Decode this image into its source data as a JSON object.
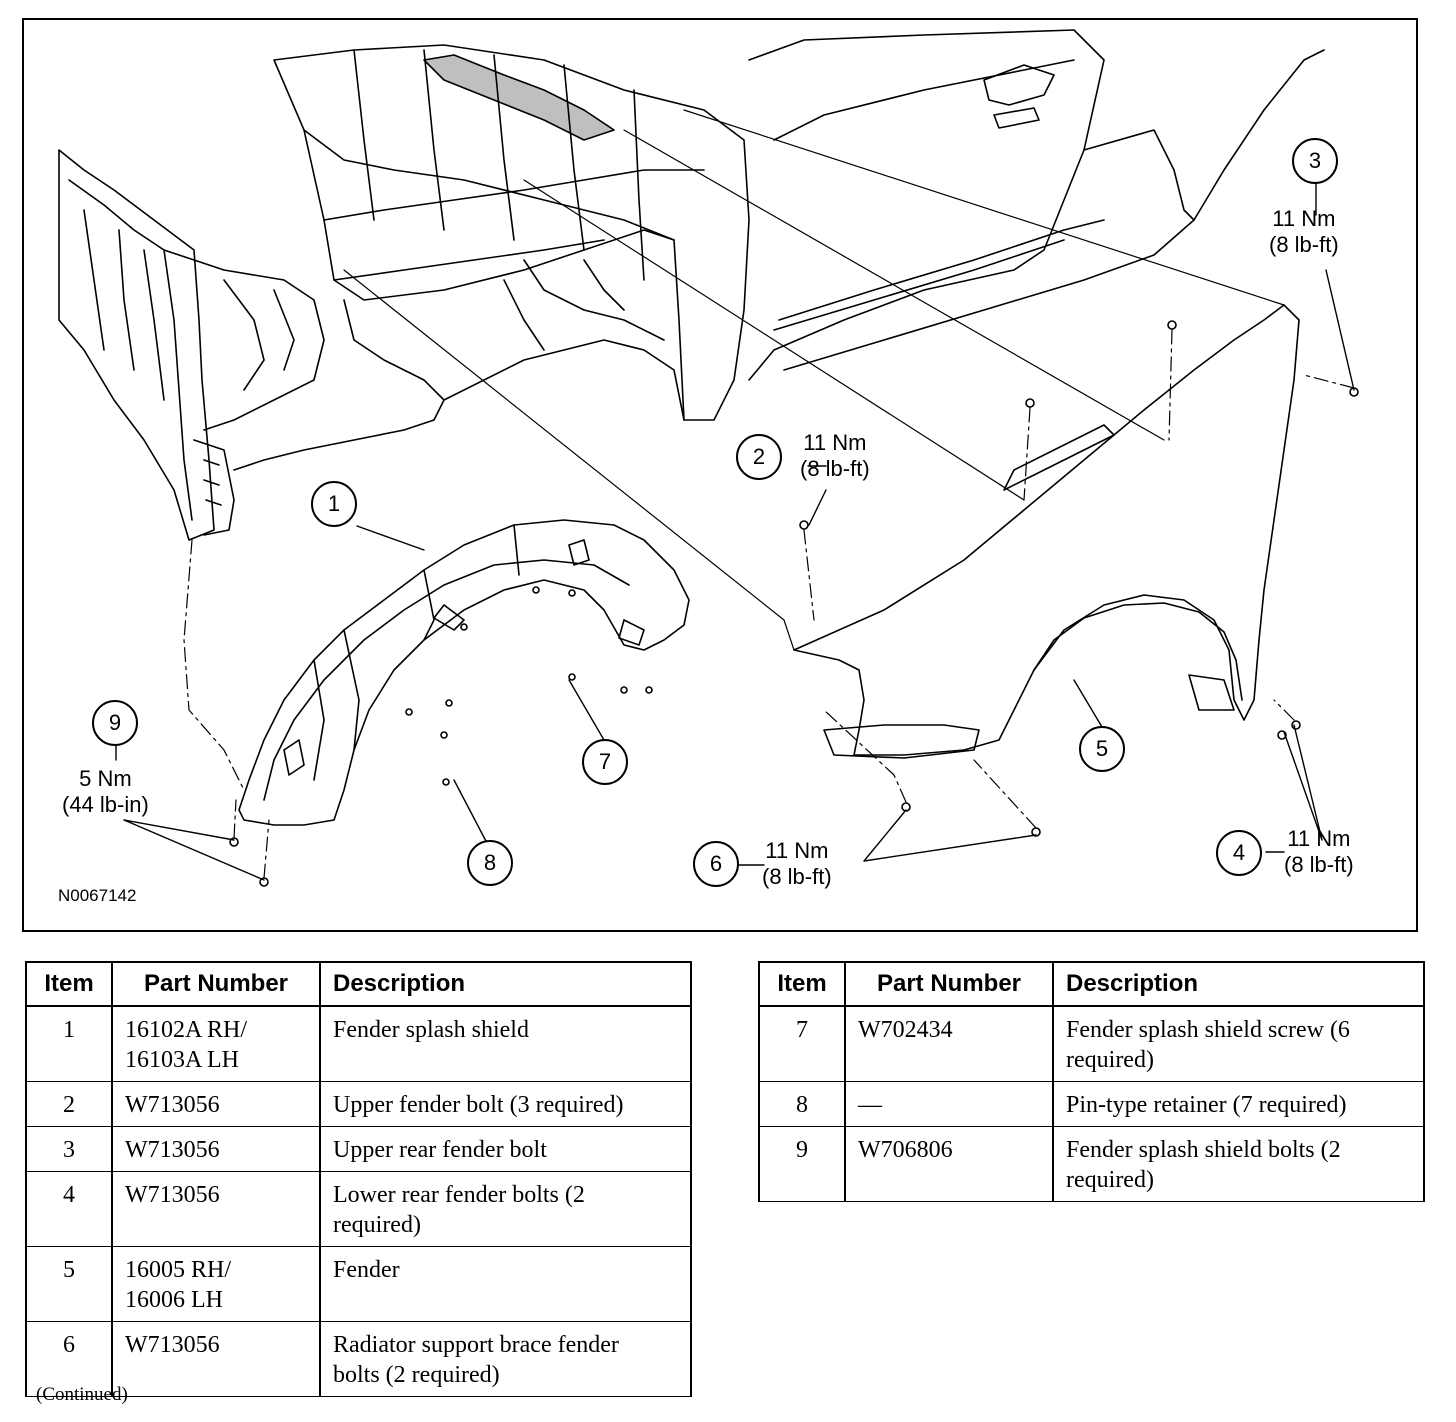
{
  "figure": {
    "id_label": "N0067142",
    "callouts": [
      {
        "item": "1"
      },
      {
        "item": "2",
        "torque_nm": "11 Nm",
        "torque_imp": "(8 lb-ft)"
      },
      {
        "item": "3",
        "torque_nm": "11 Nm",
        "torque_imp": "(8 lb-ft)"
      },
      {
        "item": "4",
        "torque_nm": "11 Nm",
        "torque_imp": "(8 lb-ft)"
      },
      {
        "item": "5"
      },
      {
        "item": "6",
        "torque_nm": "11 Nm",
        "torque_imp": "(8 lb-ft)"
      },
      {
        "item": "7"
      },
      {
        "item": "8"
      },
      {
        "item": "9",
        "torque_nm": "5 Nm",
        "torque_imp": "(44 lb-in)"
      }
    ]
  },
  "table_left": {
    "headers": {
      "item": "Item",
      "part_number": "Part Number",
      "description": "Description"
    },
    "rows": [
      {
        "item": "1",
        "part_number": "16102A RH/\n16103A LH",
        "description": "Fender splash shield"
      },
      {
        "item": "2",
        "part_number": "W713056",
        "description": "Upper fender bolt (3 required)"
      },
      {
        "item": "3",
        "part_number": "W713056",
        "description": "Upper rear fender bolt"
      },
      {
        "item": "4",
        "part_number": "W713056",
        "description": "Lower rear fender bolts (2\nrequired)"
      },
      {
        "item": "5",
        "part_number": "16005 RH/\n16006 LH",
        "description": "Fender"
      },
      {
        "item": "6",
        "part_number": "W713056",
        "description": "Radiator support brace fender\nbolts (2 required)"
      }
    ]
  },
  "table_right": {
    "headers": {
      "item": "Item",
      "part_number": "Part Number",
      "description": "Description"
    },
    "rows": [
      {
        "item": "7",
        "part_number": "W702434",
        "description": "Fender splash shield screw (6\nrequired)"
      },
      {
        "item": "8",
        "part_number": "—",
        "description": "Pin-type retainer (7 required)"
      },
      {
        "item": "9",
        "part_number": "W706806",
        "description": "Fender splash shield bolts (2\nrequired)"
      }
    ]
  },
  "footer": {
    "continued": "(Continued)"
  }
}
